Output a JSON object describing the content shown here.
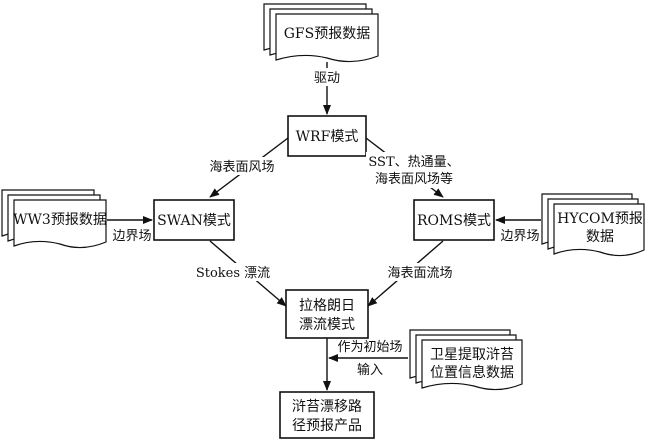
{
  "nodes": {
    "gfs": "GFS预报数据",
    "wrf": "WRF模式",
    "swan": "SWAN模式",
    "roms": "ROMS模式",
    "ww3": "WW3预报数据",
    "hycom_line1": "HYCOM预报",
    "hycom_line2": "数据",
    "lagrange_line1": "拉格朗日",
    "lagrange_line2": "漂流模式",
    "satellite_line1": "卫星提取浒苔",
    "satellite_line2": "位置信息数据",
    "product_line1": "浒苔漂移路",
    "product_line2": "径预报产品"
  },
  "edges": {
    "gfs_to_wrf": "驱动",
    "wrf_to_swan": "海表面风场",
    "wrf_to_roms_line1": "SST、热通量、",
    "wrf_to_roms_line2": "海表面风场等",
    "ww3_to_swan": "边界场",
    "hycom_to_roms": "边界场",
    "swan_to_lagrange": "Stokes 漂流",
    "roms_to_lagrange": "海表面流场",
    "satellite_to_flow_line1": "作为初始场",
    "satellite_to_flow_line2": "输入"
  }
}
